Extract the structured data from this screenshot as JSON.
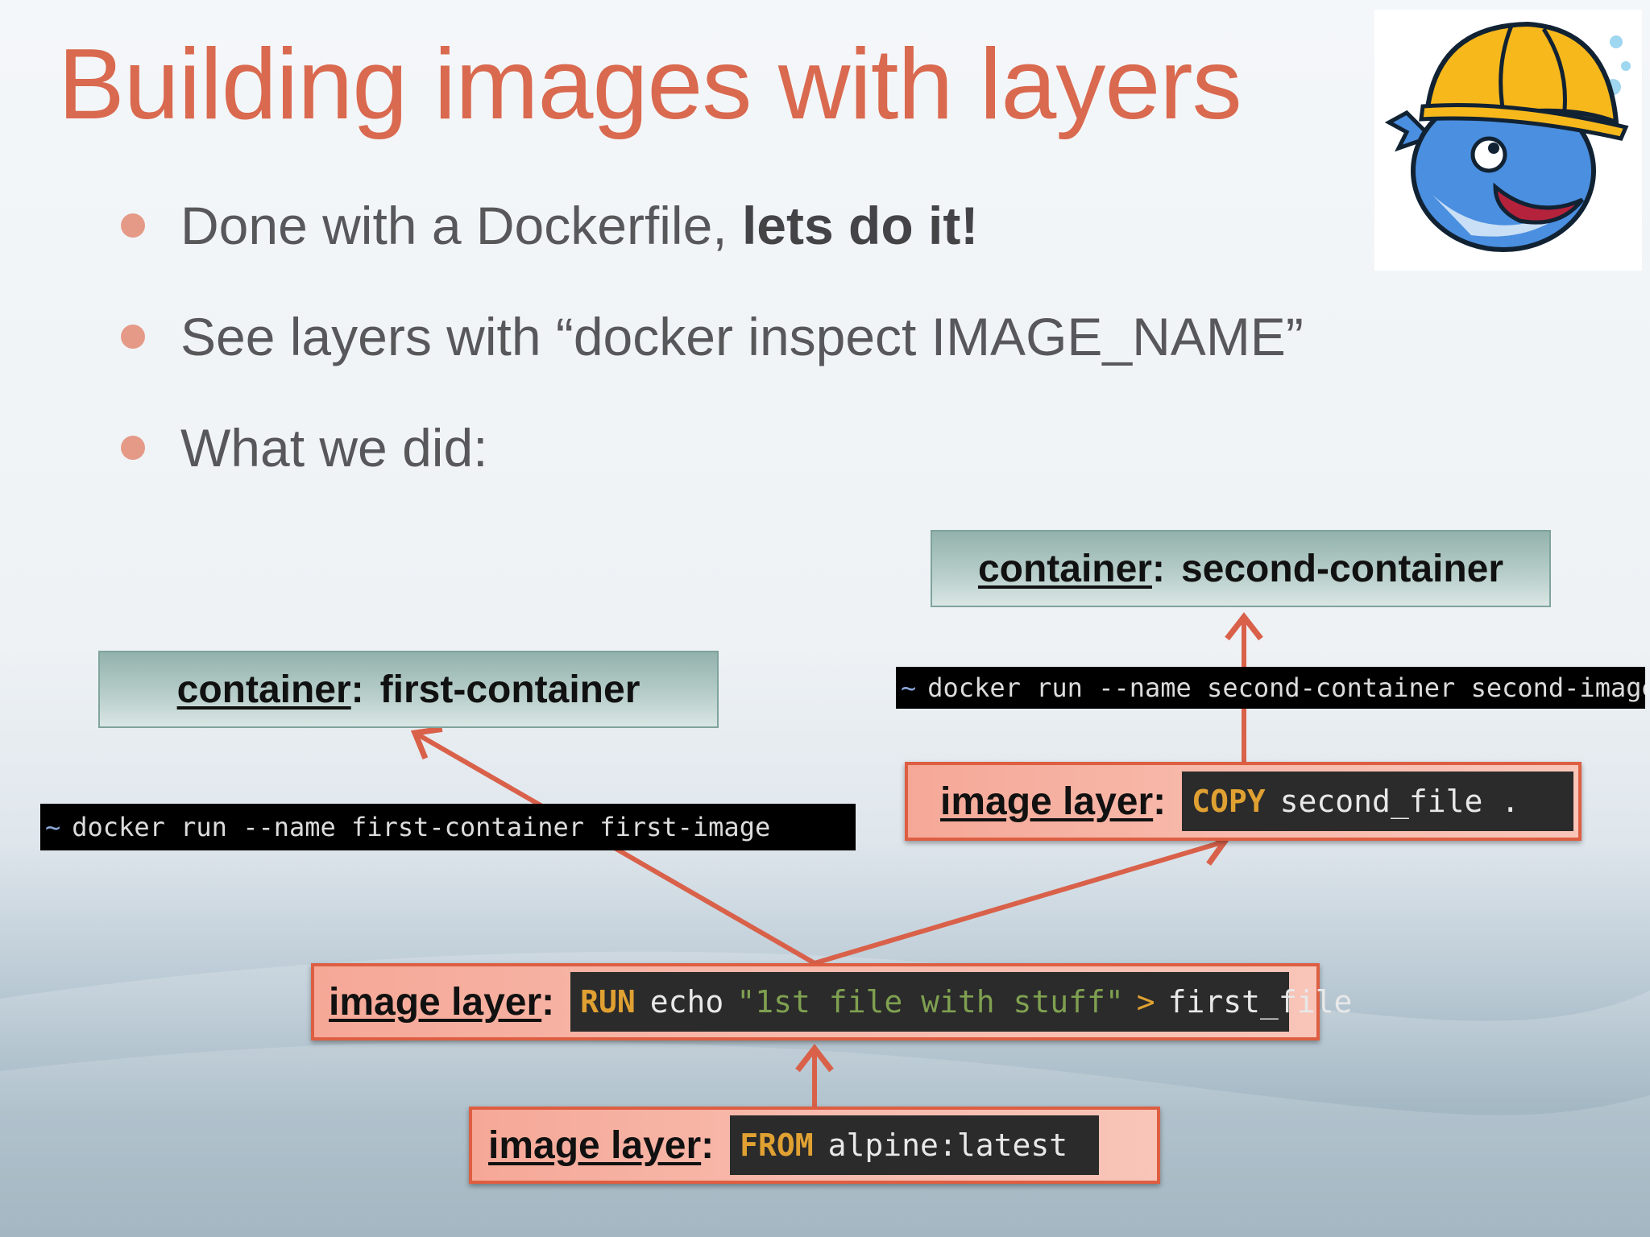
{
  "slide": {
    "title": "Building images with layers",
    "bullets": [
      {
        "text": "Done with a Dockerfile, ",
        "bold": "lets do it!"
      },
      {
        "text": "See layers with “docker inspect IMAGE_NAME”"
      },
      {
        "text": "What we did:"
      }
    ]
  },
  "colors": {
    "title": "#d9694f",
    "bullet_dot": "#e59a88",
    "arrow": "#d9614a",
    "container_fill": "#a9c4c0",
    "layer_border": "#de5e42"
  },
  "diagram": {
    "containers": {
      "first": {
        "prefix": "container",
        "name": "first-container"
      },
      "second": {
        "prefix": "container",
        "name": "second-container"
      }
    },
    "commands": {
      "first": {
        "tilde": "~",
        "text": "docker run --name first-container first-image"
      },
      "second": {
        "tilde": "~",
        "text": "docker run --name second-container second-image"
      }
    },
    "layers": {
      "copy": {
        "prefix": "image layer",
        "keyword": "COPY",
        "rest": "second_file ."
      },
      "run": {
        "prefix": "image layer",
        "keyword": "RUN",
        "pre": "echo",
        "string": "\"1st file with stuff\"",
        "op": ">",
        "post": "first_file"
      },
      "from": {
        "prefix": "image layer",
        "keyword": "FROM",
        "rest": "alpine:latest"
      }
    }
  },
  "icons": {
    "mascot": "docker-whale-hardhat-icon",
    "bullet": "dot-icon"
  }
}
